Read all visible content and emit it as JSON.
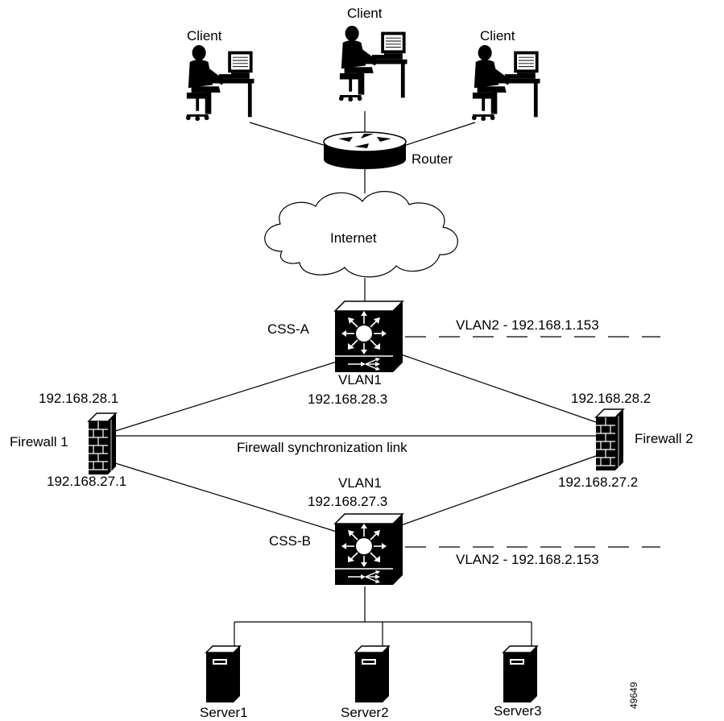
{
  "clients": {
    "left": "Client",
    "center": "Client",
    "right": "Client"
  },
  "router": {
    "label": "Router"
  },
  "internet": {
    "label": "Internet"
  },
  "css_a": {
    "label": "CSS-A",
    "vlan1_label": "VLAN1",
    "vlan1_ip": "192.168.28.3",
    "vlan2_text": "VLAN2 - 192.168.1.153"
  },
  "firewall1": {
    "label": "Firewall 1",
    "ip_top": "192.168.28.1",
    "ip_bottom": "192.168.27.1"
  },
  "firewall2": {
    "label": "Firewall 2",
    "ip_top": "192.168.28.2",
    "ip_bottom": "192.168.27.2"
  },
  "sync_link": {
    "label": "Firewall synchronization link"
  },
  "css_b": {
    "label": "CSS-B",
    "vlan1_label": "VLAN1",
    "vlan1_ip": "192.168.27.3",
    "vlan2_text": "VLAN2 - 192.168.2.153"
  },
  "servers": {
    "s1": "Server1",
    "s2": "Server2",
    "s3": "Server3"
  },
  "figure_id": "49649"
}
